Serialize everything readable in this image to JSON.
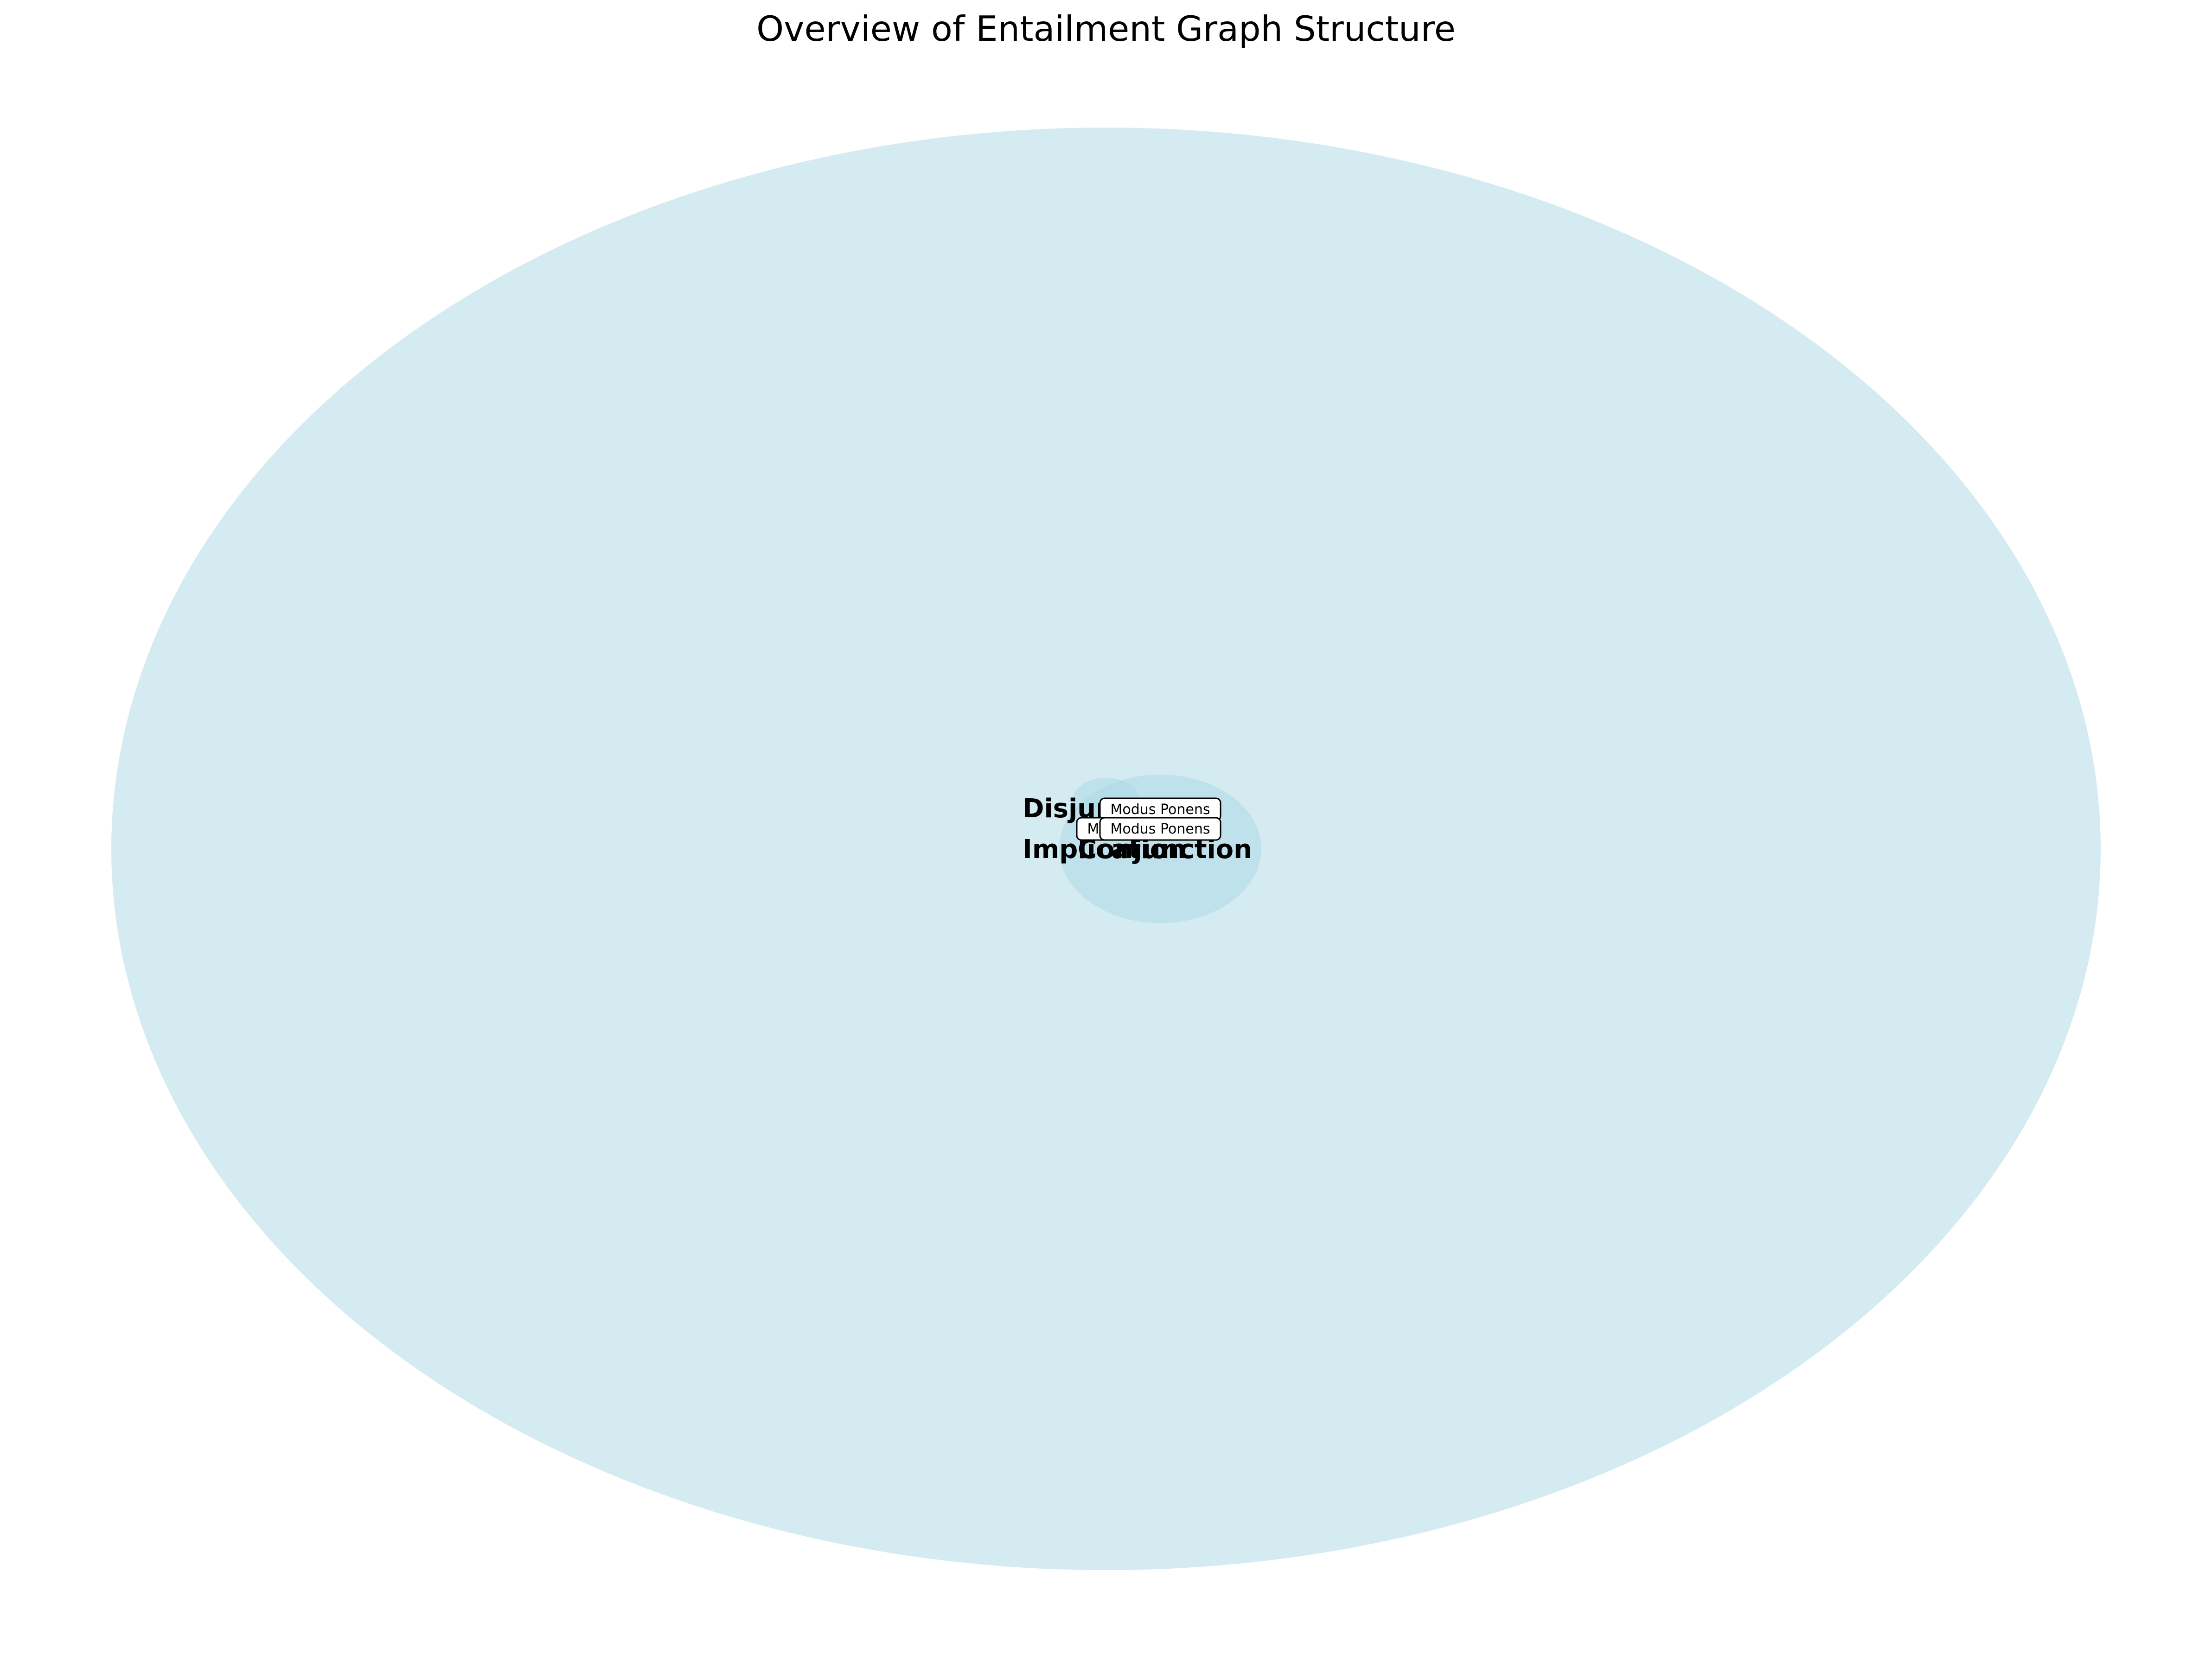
{
  "title": "Overview of Entailment Graph Structure",
  "colors": {
    "node_fill": "#add8e6",
    "node_opacity": 0.52,
    "background": "#ffffff",
    "label_box_fill": "#ffffff",
    "label_box_stroke": "#000000"
  },
  "nodes": [
    {
      "id": "Disjunction",
      "label": "Disjunction"
    },
    {
      "id": "Implication",
      "label": "Implication"
    },
    {
      "id": "Conjunction",
      "label": "Conjunction"
    }
  ],
  "edges": [
    {
      "source": "Disjunction",
      "target": "Conjunction",
      "label": "Modus Ponens"
    },
    {
      "source": "Implication",
      "target": "Conjunction",
      "label": "Modus Ponens"
    },
    {
      "source": "Disjunction",
      "target": "Implication",
      "label": "Modus Ponens"
    }
  ]
}
